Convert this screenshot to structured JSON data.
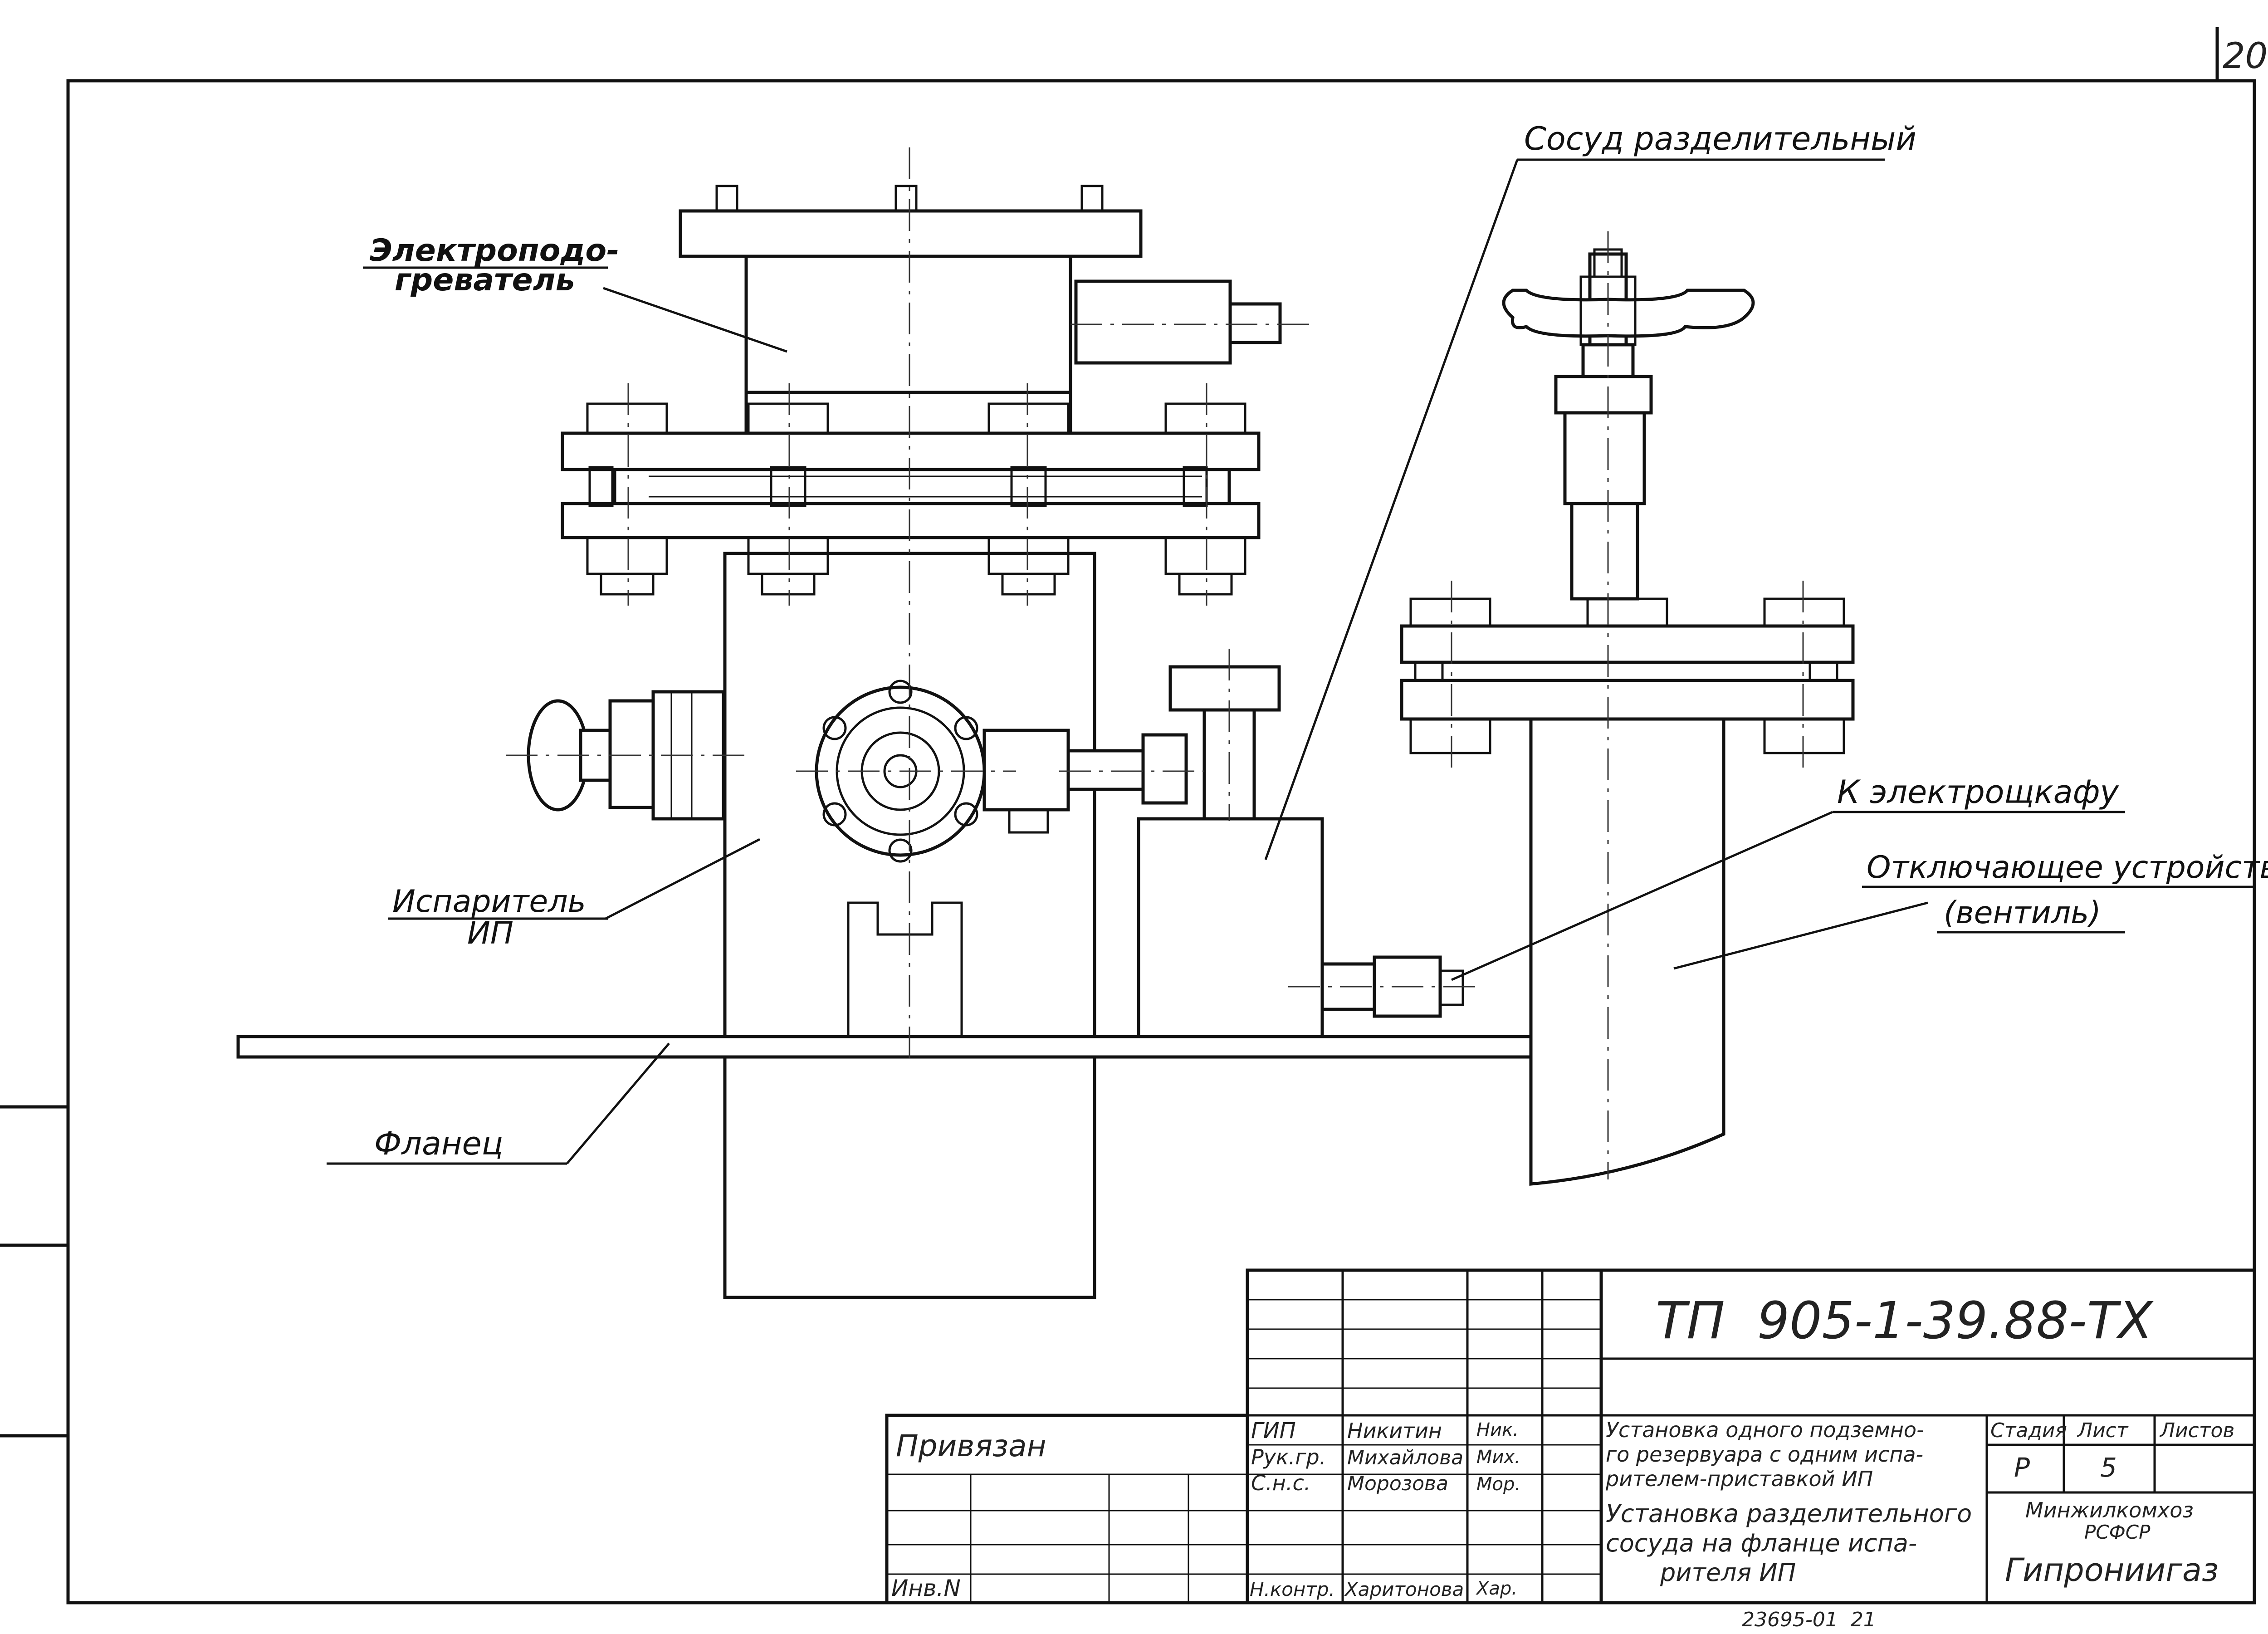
{
  "sheet": {
    "page_number": "20",
    "callouts": {
      "heater": [
        "Электроподо-",
        "греватель"
      ],
      "vessel": "Сосуд разделительный",
      "to_cabinet": "К электрощкафу",
      "shutoff": "Отключающее устройство",
      "valve": "(вентиль)",
      "evaporator": [
        "Испаритель",
        "ИП"
      ],
      "flange": "Фланец"
    }
  },
  "title_block": {
    "designation": "ТП  905-1-39.88-ТХ",
    "privyazan": "Привязан",
    "inv_no": "Инв.N",
    "roles": [
      "ГИП",
      "Рук.гр.",
      "С.н.с.",
      "Н.контр."
    ],
    "names": [
      "Никитин",
      "Михайлова",
      "Морозова",
      "Харитонова"
    ],
    "signatures": [
      "Ник.",
      "Мих.",
      "Мор.",
      "Хар."
    ],
    "project_title": [
      "Установка одного подземно-",
      "го резервуара с одним испа-",
      "рителем-приставкой ИП"
    ],
    "sheet_title": [
      "Установка разделительного",
      "сосуда на фланце испа-",
      "рителя ИП"
    ],
    "stage_label": "Стадия",
    "sheet_label": "Лист",
    "sheets_label": "Листов",
    "stage": "Р",
    "sheet": "5",
    "org_line1": "Минжилкомхоз",
    "org_line2": "РСФСР",
    "org_name": "Гипрониигаз",
    "archive_no": "23695-01  21"
  }
}
